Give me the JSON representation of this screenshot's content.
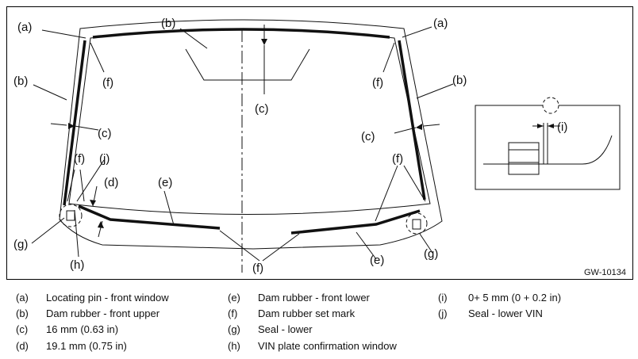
{
  "figure_id": "GW-10134",
  "callouts": {
    "a": "(a)",
    "b": "(b)",
    "c": "(c)",
    "d": "(d)",
    "e": "(e)",
    "f": "(f)",
    "g": "(g)",
    "h": "(h)",
    "i": "(i)",
    "j": "(j)"
  },
  "legend": [
    {
      "key": "(a)",
      "text": "Locating pin - front window"
    },
    {
      "key": "(b)",
      "text": "Dam rubber - front upper"
    },
    {
      "key": "(c)",
      "text": "16 mm (0.63 in)"
    },
    {
      "key": "(d)",
      "text": "19.1 mm (0.75 in)"
    },
    {
      "key": "(e)",
      "text": "Dam rubber - front lower"
    },
    {
      "key": "(f)",
      "text": "Dam rubber set mark"
    },
    {
      "key": "(g)",
      "text": "Seal - lower"
    },
    {
      "key": "(h)",
      "text": "VIN plate confirmation window"
    },
    {
      "key": "(i)",
      "text": "0+ 5 mm (0 + 0.2 in)"
    },
    {
      "key": "(j)",
      "text": "Seal - lower VIN"
    }
  ]
}
